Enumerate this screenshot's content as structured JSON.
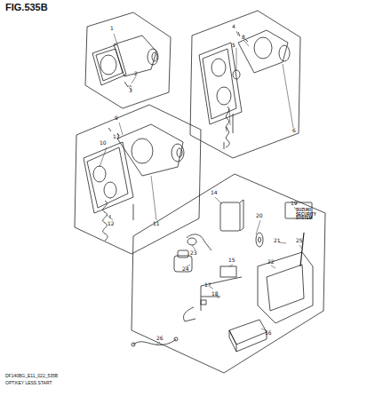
{
  "diagram": {
    "title": "FIG.535B",
    "labels": [
      "1",
      "2",
      "3",
      "4",
      "8",
      "5",
      "7",
      "6",
      "9",
      "13",
      "10",
      "12",
      "11",
      "14",
      "19",
      "SUZUKI SECURITY SYSTEM",
      "20",
      "23",
      "21",
      "25",
      "22",
      "15",
      "24",
      "17",
      "18",
      "16",
      "26",
      "DF140BG_E11_022_535B",
      "OPT:KEY LESS START"
    ]
  }
}
